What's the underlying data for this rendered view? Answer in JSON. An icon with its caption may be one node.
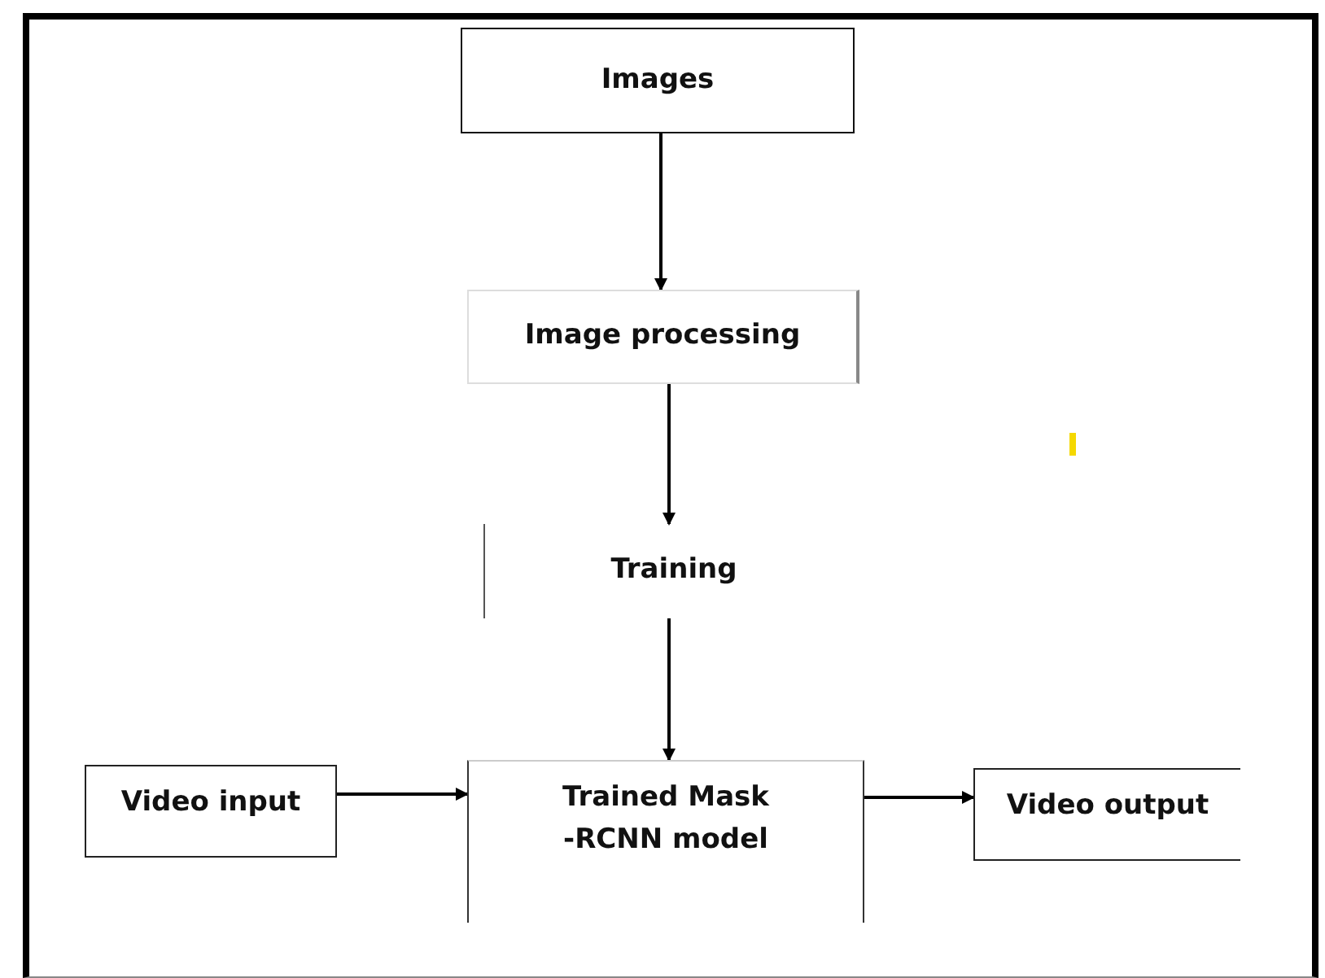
{
  "diagram": {
    "nodes": [
      {
        "text": [
          "Images"
        ]
      },
      {
        "text": [
          "Image processing"
        ]
      },
      {
        "text": [
          "Training"
        ]
      },
      {
        "text": [
          "Video input"
        ]
      },
      {
        "text": [
          "Trained Mask -RCNN model"
        ]
      },
      {
        "text": [
          "Video output"
        ]
      }
    ],
    "edges": [
      {
        "from": 0,
        "to": 1,
        "arrow": "to"
      },
      {
        "from": 1,
        "to": 2,
        "arrow": "to"
      },
      {
        "from": 2,
        "to": 4,
        "arrow": "to"
      },
      {
        "from": 3,
        "to": 4,
        "arrow": "to"
      },
      {
        "from": 4,
        "to": 5,
        "arrow": "to"
      }
    ]
  }
}
